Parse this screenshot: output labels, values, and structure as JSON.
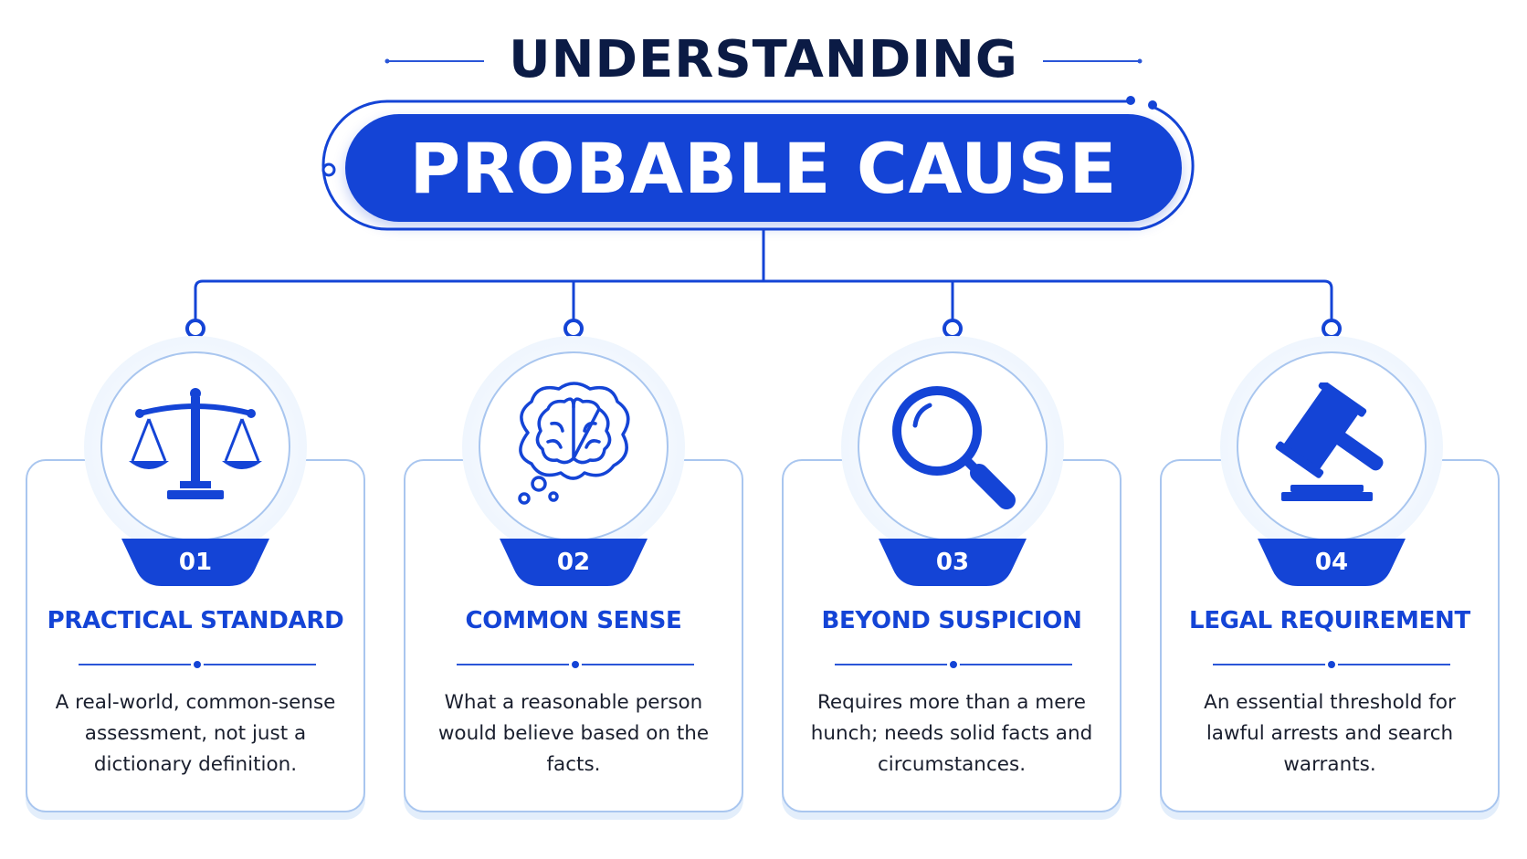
{
  "header": {
    "heading": "UNDERSTANDING",
    "title": "PROBABLE CAUSE"
  },
  "colors": {
    "primary": "#1444d6",
    "dark_text": "#0b1b45",
    "card_border": "#a9c6ef",
    "body_text": "#1a1f2e"
  },
  "cards": [
    {
      "number": "01",
      "title": "PRACTICAL STANDARD",
      "description": "A real-world, common-sense assessment, not just a dictionary definition.",
      "icon": "scales-of-justice-icon"
    },
    {
      "number": "02",
      "title": "COMMON SENSE",
      "description": "What a reasonable person would believe based on the facts.",
      "icon": "brain-thought-icon"
    },
    {
      "number": "03",
      "title": "BEYOND SUSPICION",
      "description": "Requires more than a mere hunch; needs solid facts and circumstances.",
      "icon": "magnifying-glass-icon"
    },
    {
      "number": "04",
      "title": "LEGAL REQUIREMENT",
      "description": "An essential threshold for lawful arrests and search warrants.",
      "icon": "gavel-icon"
    }
  ]
}
